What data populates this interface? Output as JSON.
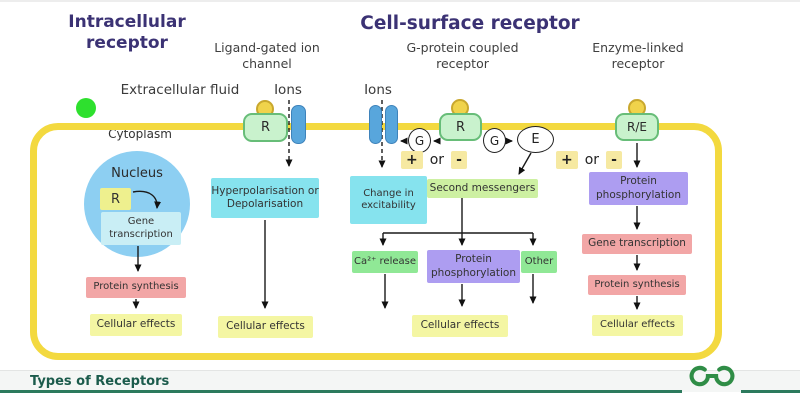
{
  "headers": {
    "intracellular": "Intracellular receptor",
    "cell_surface": "Cell-surface receptor",
    "ligand_gated": "Ligand-gated ion channel",
    "gpcr": "G-protein coupled receptor",
    "enzyme_linked": "Enzyme-linked receptor"
  },
  "labels": {
    "extracellular_fluid": "Extracellular fluid",
    "ions": "Ions",
    "cytoplasm": "Cytoplasm",
    "nucleus": "Nucleus"
  },
  "receptors": {
    "r": "R",
    "g": "G",
    "e": "E",
    "re": "R/E"
  },
  "modulation": {
    "plus": "+",
    "or": "or",
    "minus": "-"
  },
  "boxes": {
    "gene_transcription": "Gene transcription",
    "protein_synthesis": "Protein synthesis",
    "cellular_effects": "Cellular effects",
    "hyperpolarisation": "Hyperpolarisation or Depolarisation",
    "change_in_excitability": "Change in excitability",
    "second_messengers": "Second messengers",
    "ca_release": "Ca²⁺ release",
    "protein_phosphorylation": "Protein phosphorylation",
    "other": "Other"
  },
  "footer": {
    "caption": "Types of Receptors",
    "logo": "geeksforgeeks-logo"
  },
  "colors": {
    "heading": "#3b3274",
    "membrane_yellow": "#f3d93f",
    "nucleus_blue": "#8dcff2",
    "box_cyan": "#86e3ee",
    "box_cyan_light": "#c9eef5",
    "box_pink": "#f2a6a6",
    "box_yellow": "#f4f6a3",
    "box_green": "#90e896",
    "box_green_light": "#cdf0a2",
    "box_purple": "#ad9df1",
    "receptor_green": "#c9f2cd",
    "channel_blue": "#58a6dc",
    "ligand_yellow": "#f0d34b",
    "free_ligand_green": "#2ee02e",
    "footer_green": "#2c7a5d",
    "logo_green": "#2f8d46"
  }
}
